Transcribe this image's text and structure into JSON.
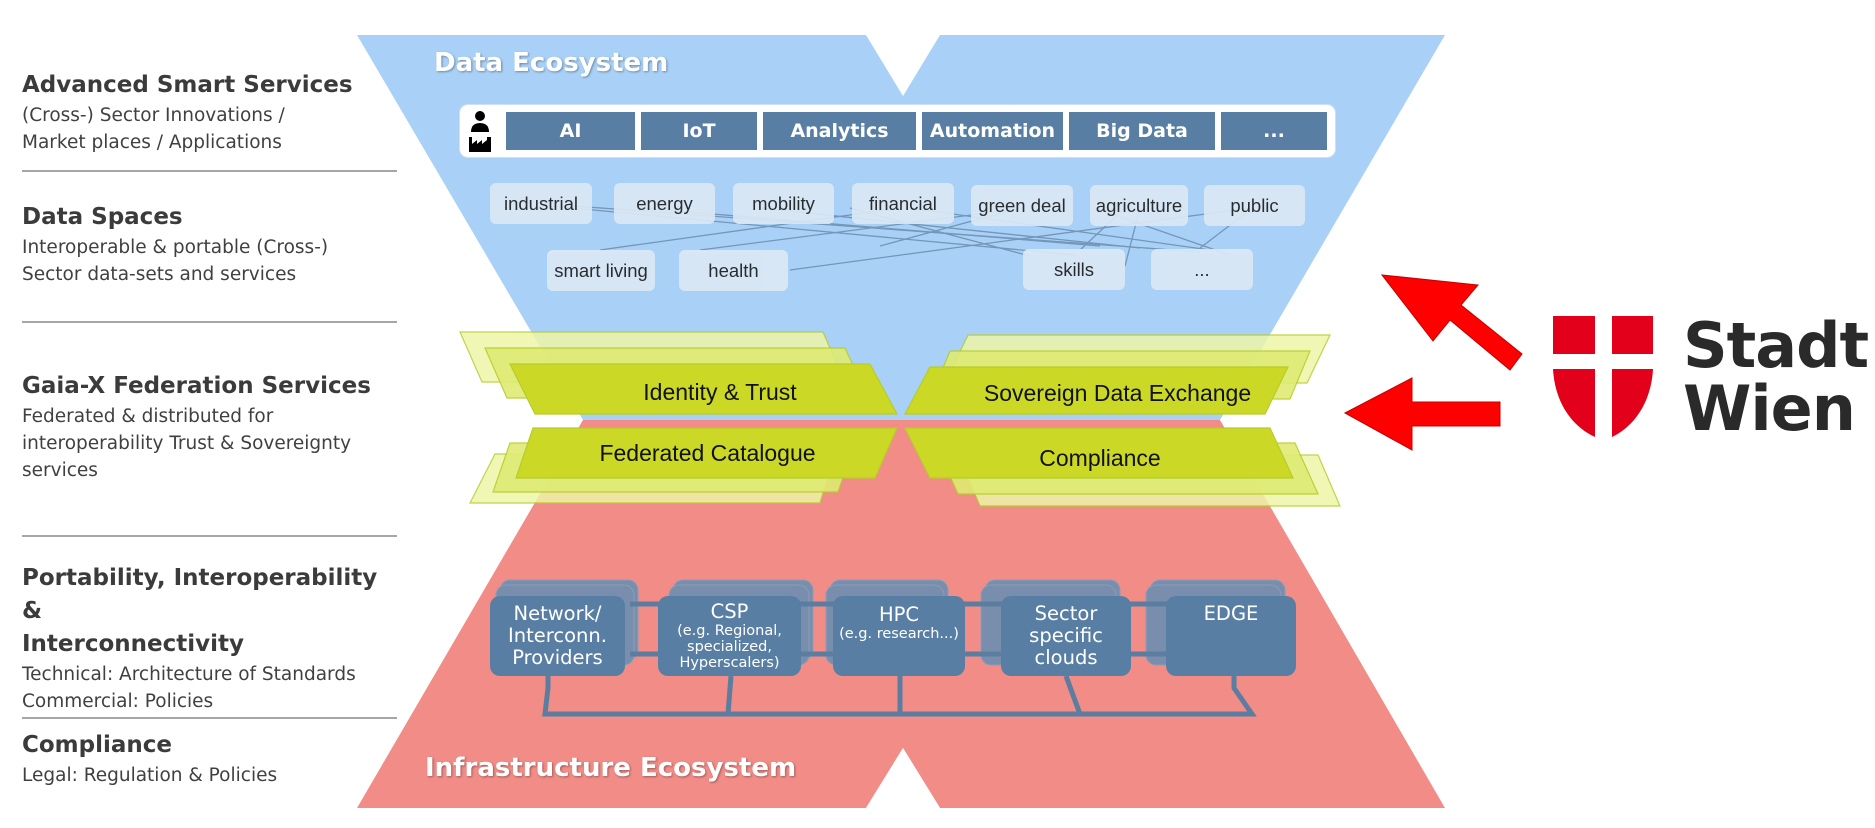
{
  "left_panel": {
    "sections": [
      {
        "title": "Advanced Smart Services",
        "lines": [
          "(Cross-) Sector Innovations /",
          "Market places / Applications"
        ]
      },
      {
        "title": "Data Spaces",
        "lines": [
          "Interoperable & portable (Cross-)",
          "Sector data-sets and services"
        ]
      },
      {
        "title": "Gaia-X Federation Services",
        "lines": [
          "Federated & distributed for",
          "interoperability Trust & Sovereignty",
          "services"
        ]
      },
      {
        "title_lines": [
          "Portability, Interoperability &",
          "Interconnectivity"
        ],
        "lines": [
          "Technical: Architecture of Standards",
          "Commercial: Policies"
        ]
      },
      {
        "title": "Compliance",
        "lines": [
          "Legal: Regulation & Policies"
        ]
      }
    ]
  },
  "data_ecosystem": {
    "label": "Data Ecosystem",
    "technologies": [
      "AI",
      "IoT",
      "Analytics",
      "Automation",
      "Big Data",
      "..."
    ],
    "domains_row1": [
      "industrial",
      "energy",
      "mobility",
      "financial",
      "green deal",
      "agriculture",
      "public"
    ],
    "domains_row2": [
      "smart living",
      "health",
      "skills",
      "..."
    ]
  },
  "federation_services": {
    "identity_trust": "Identity & Trust",
    "sovereign_exchange": "Sovereign Data Exchange",
    "federated_catalogue": "Federated Catalogue",
    "compliance": "Compliance"
  },
  "infrastructure_ecosystem": {
    "label": "Infrastructure Ecosystem",
    "nodes": [
      {
        "title_lines": [
          "Network/",
          "Interconn.",
          "Providers"
        ],
        "sub_lines": []
      },
      {
        "title_lines": [
          "CSP"
        ],
        "sub_lines": [
          "(e.g. Regional,",
          "specialized,",
          "Hyperscalers)"
        ]
      },
      {
        "title_lines": [
          "HPC"
        ],
        "sub_lines": [
          "(e.g. research...)"
        ]
      },
      {
        "title_lines": [
          "Sector",
          "specific",
          "clouds"
        ],
        "sub_lines": []
      },
      {
        "title_lines": [
          "EDGE"
        ],
        "sub_lines": []
      }
    ]
  },
  "logo": {
    "line1": "Stadt",
    "line2": "Wien"
  },
  "colors": {
    "data_ecosystem": "#a9d1f7",
    "infrastructure_ecosystem": "#f28c87",
    "federation": "#cbd926",
    "node": "#587fa3",
    "arrow": "#ff0000",
    "logo_red": "#e2001a"
  }
}
